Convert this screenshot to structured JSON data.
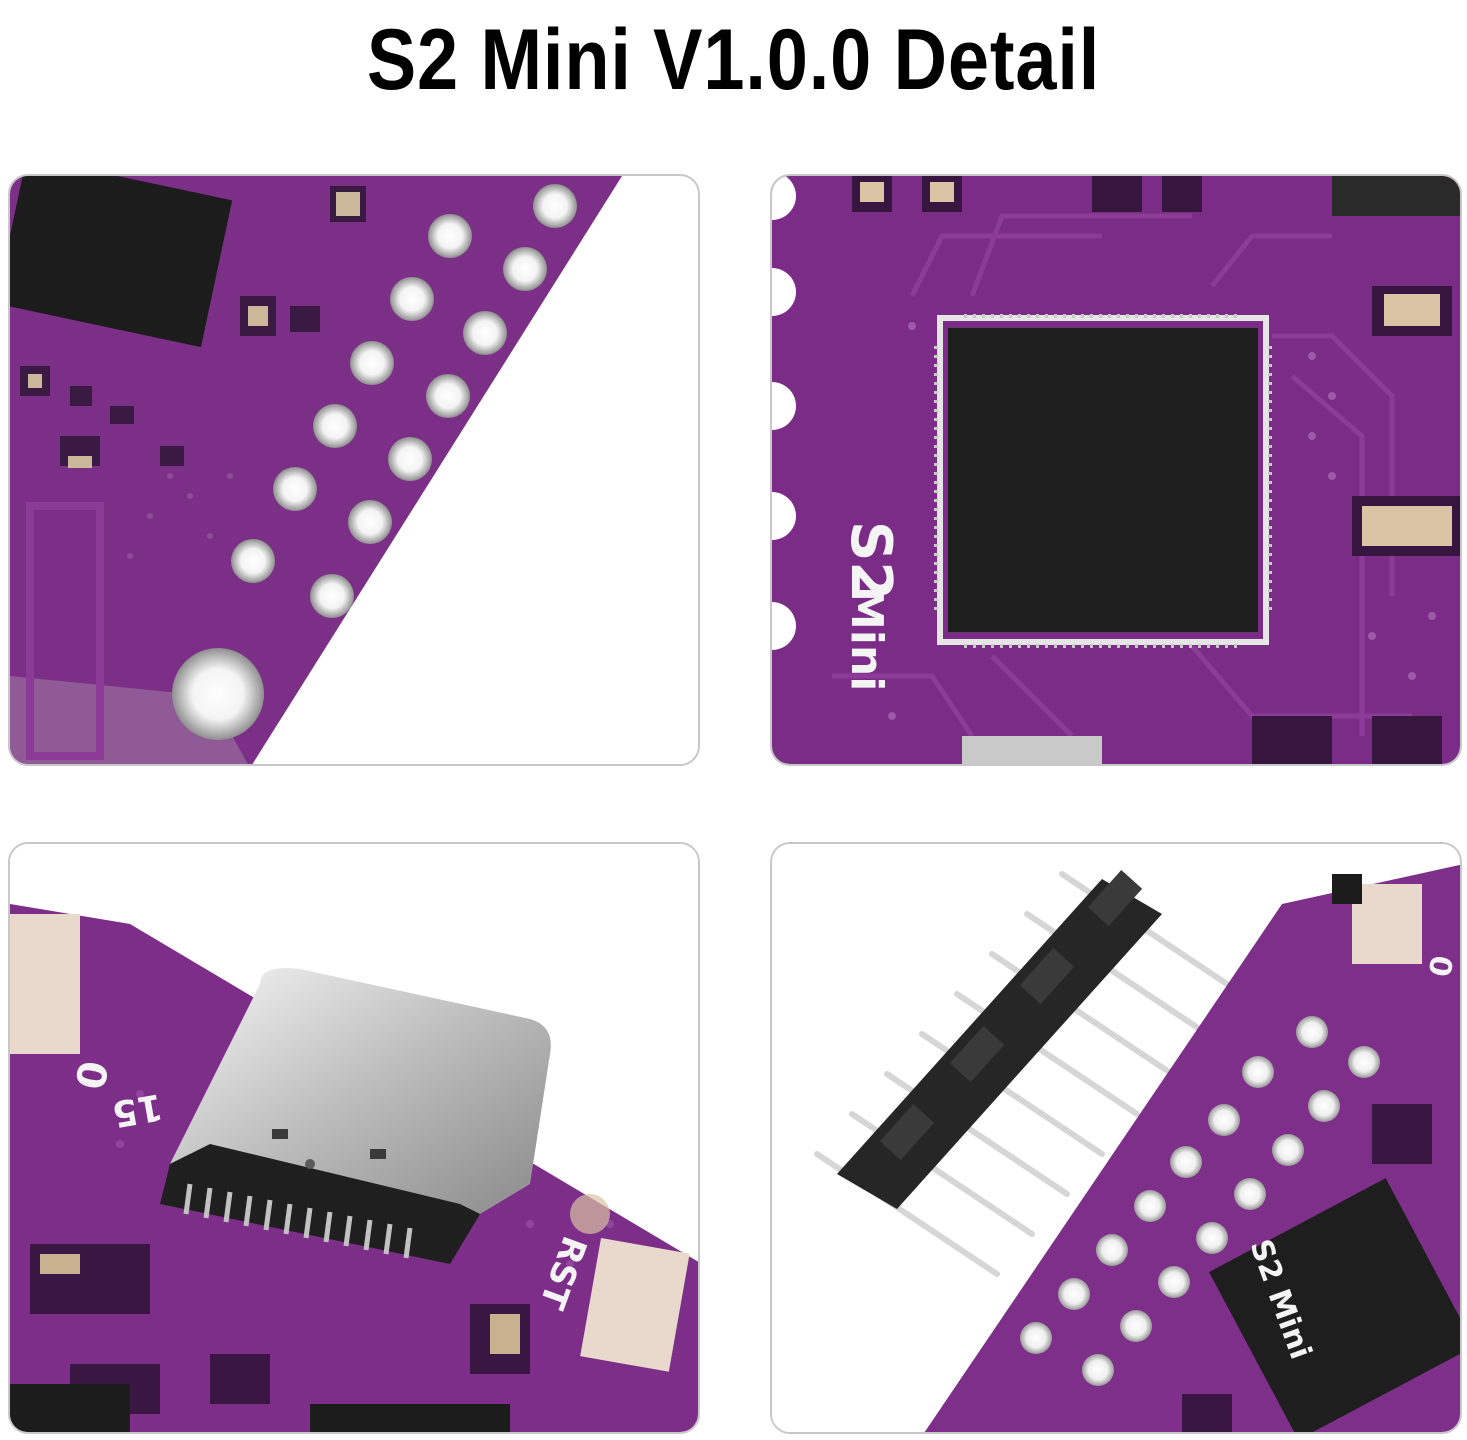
{
  "title": "S2 Mini V1.0.0 Detail",
  "panels": [
    {
      "name": "pcb-antenna-corner-closeup",
      "silkscreen": []
    },
    {
      "name": "chip-closeup",
      "silkscreen": [
        "S2",
        "Mini"
      ]
    },
    {
      "name": "usb-c-closeup",
      "silkscreen": [
        "0",
        "15",
        "RST"
      ]
    },
    {
      "name": "pin-header-closeup",
      "silkscreen": [
        "0",
        "S2 Mini"
      ]
    }
  ],
  "colors": {
    "pcb": "#7a2d86",
    "pcb_dark": "#5c1d68",
    "chip": "#1d1d1d",
    "pad": "#d9d9d9"
  }
}
